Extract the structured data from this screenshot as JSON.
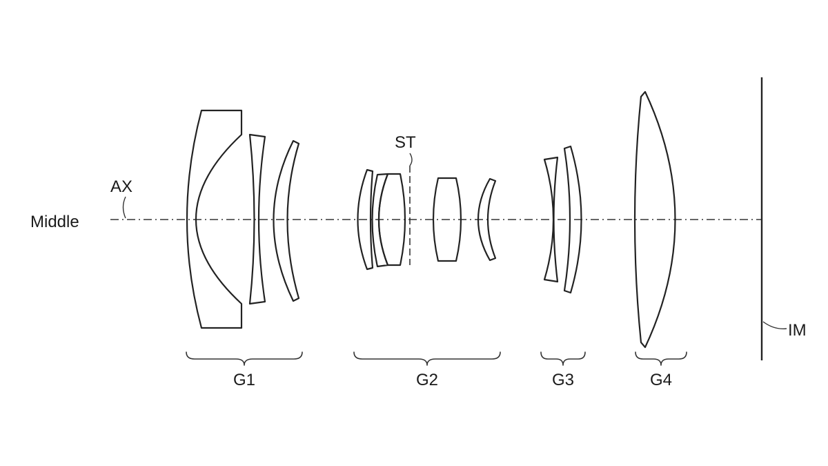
{
  "labels": {
    "middle": "Middle",
    "axis": "AX",
    "stop": "ST",
    "image_plane": "IM"
  },
  "groups": [
    {
      "id": "g1",
      "label": "G1"
    },
    {
      "id": "g2",
      "label": "G2"
    },
    {
      "id": "g3",
      "label": "G3"
    },
    {
      "id": "g4",
      "label": "G4"
    }
  ],
  "colors": {
    "line": "#222222",
    "background": "#ffffff"
  }
}
